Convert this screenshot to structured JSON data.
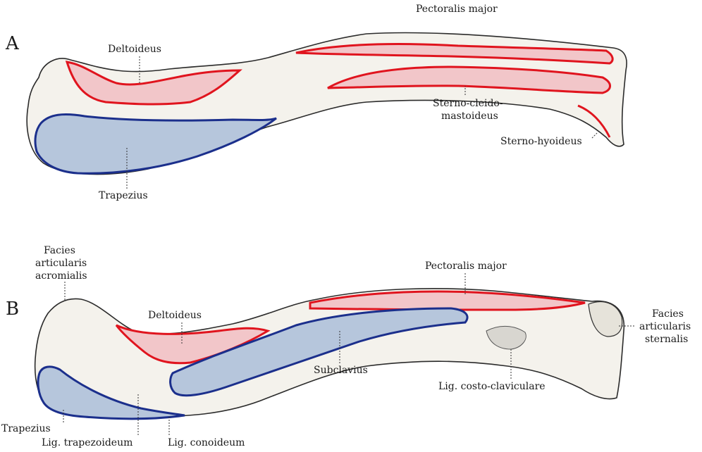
{
  "panels": {
    "A": {
      "letter": "A",
      "labels": {
        "deltoideus": "Deltoideus",
        "pectoralis": "Pectoralis major",
        "sterno_cleido_1": "Sterno-cleido-",
        "sterno_cleido_2": "mastoideus",
        "sterno_hyoideus": "Sterno-hyoideus",
        "trapezius": "Trapezius"
      }
    },
    "B": {
      "letter": "B",
      "labels": {
        "facies_acrom_1": "Facies",
        "facies_acrom_2": "articularis",
        "facies_acrom_3": "acromialis",
        "pectoralis": "Pectoralis major",
        "deltoideus": "Deltoideus",
        "facies_stern_1": "Facies",
        "facies_stern_2": "articularis",
        "facies_stern_3": "sternalis",
        "subclavius": "Subclavius",
        "lig_costo": "Lig. costo-claviculare",
        "trapezius": "Trapezius",
        "lig_trapezoideum": "Lig. trapezoideum",
        "lig_conoideum": "Lig. conoideum"
      }
    }
  },
  "colors": {
    "bone": "#f4f2ec",
    "bone_outline": "#2b2b2b",
    "muscle_red_fill": "#f2c6c9",
    "muscle_red_line": "#e0141e",
    "muscle_blue_fill": "#b6c6dc",
    "muscle_blue_line": "#1b2f8c"
  }
}
